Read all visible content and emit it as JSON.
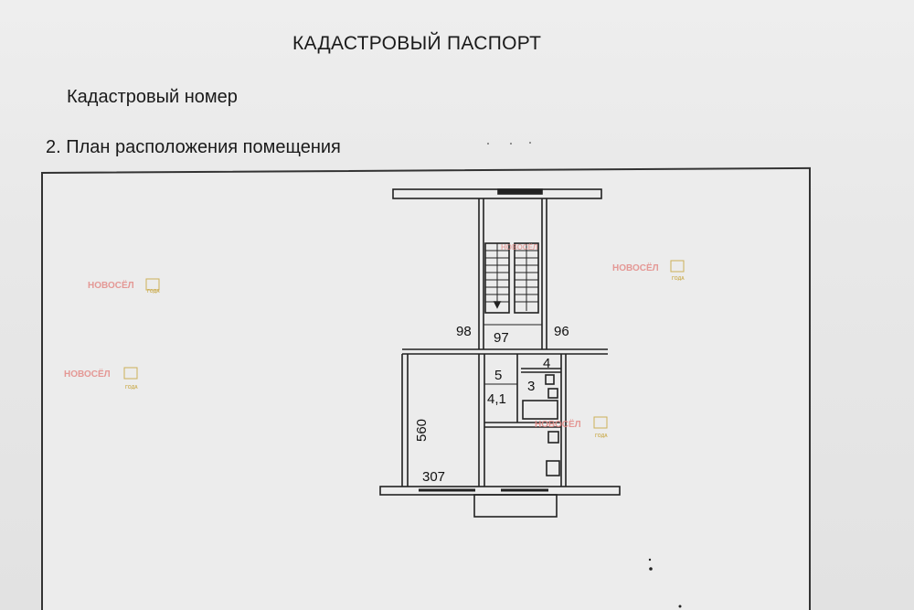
{
  "document": {
    "title": "КАДАСТРОВЫЙ ПАСПОРТ",
    "cadastral_number_label": "Кадастровый номер",
    "section_heading": "2. План расположения помещения"
  },
  "plan": {
    "labels": {
      "dim_98": "98",
      "dim_97": "97",
      "dim_96": "96",
      "area_5": "5",
      "area_4": "4",
      "area_3": "3",
      "area_4_1": "4,1",
      "dim_560": "560",
      "dim_307": "307"
    }
  },
  "watermark": {
    "text": "НОВОСЁЛ",
    "badge": "ГОДА"
  },
  "colors": {
    "line": "#222222",
    "watermark": "#e38a86",
    "badge": "#c8a640"
  }
}
